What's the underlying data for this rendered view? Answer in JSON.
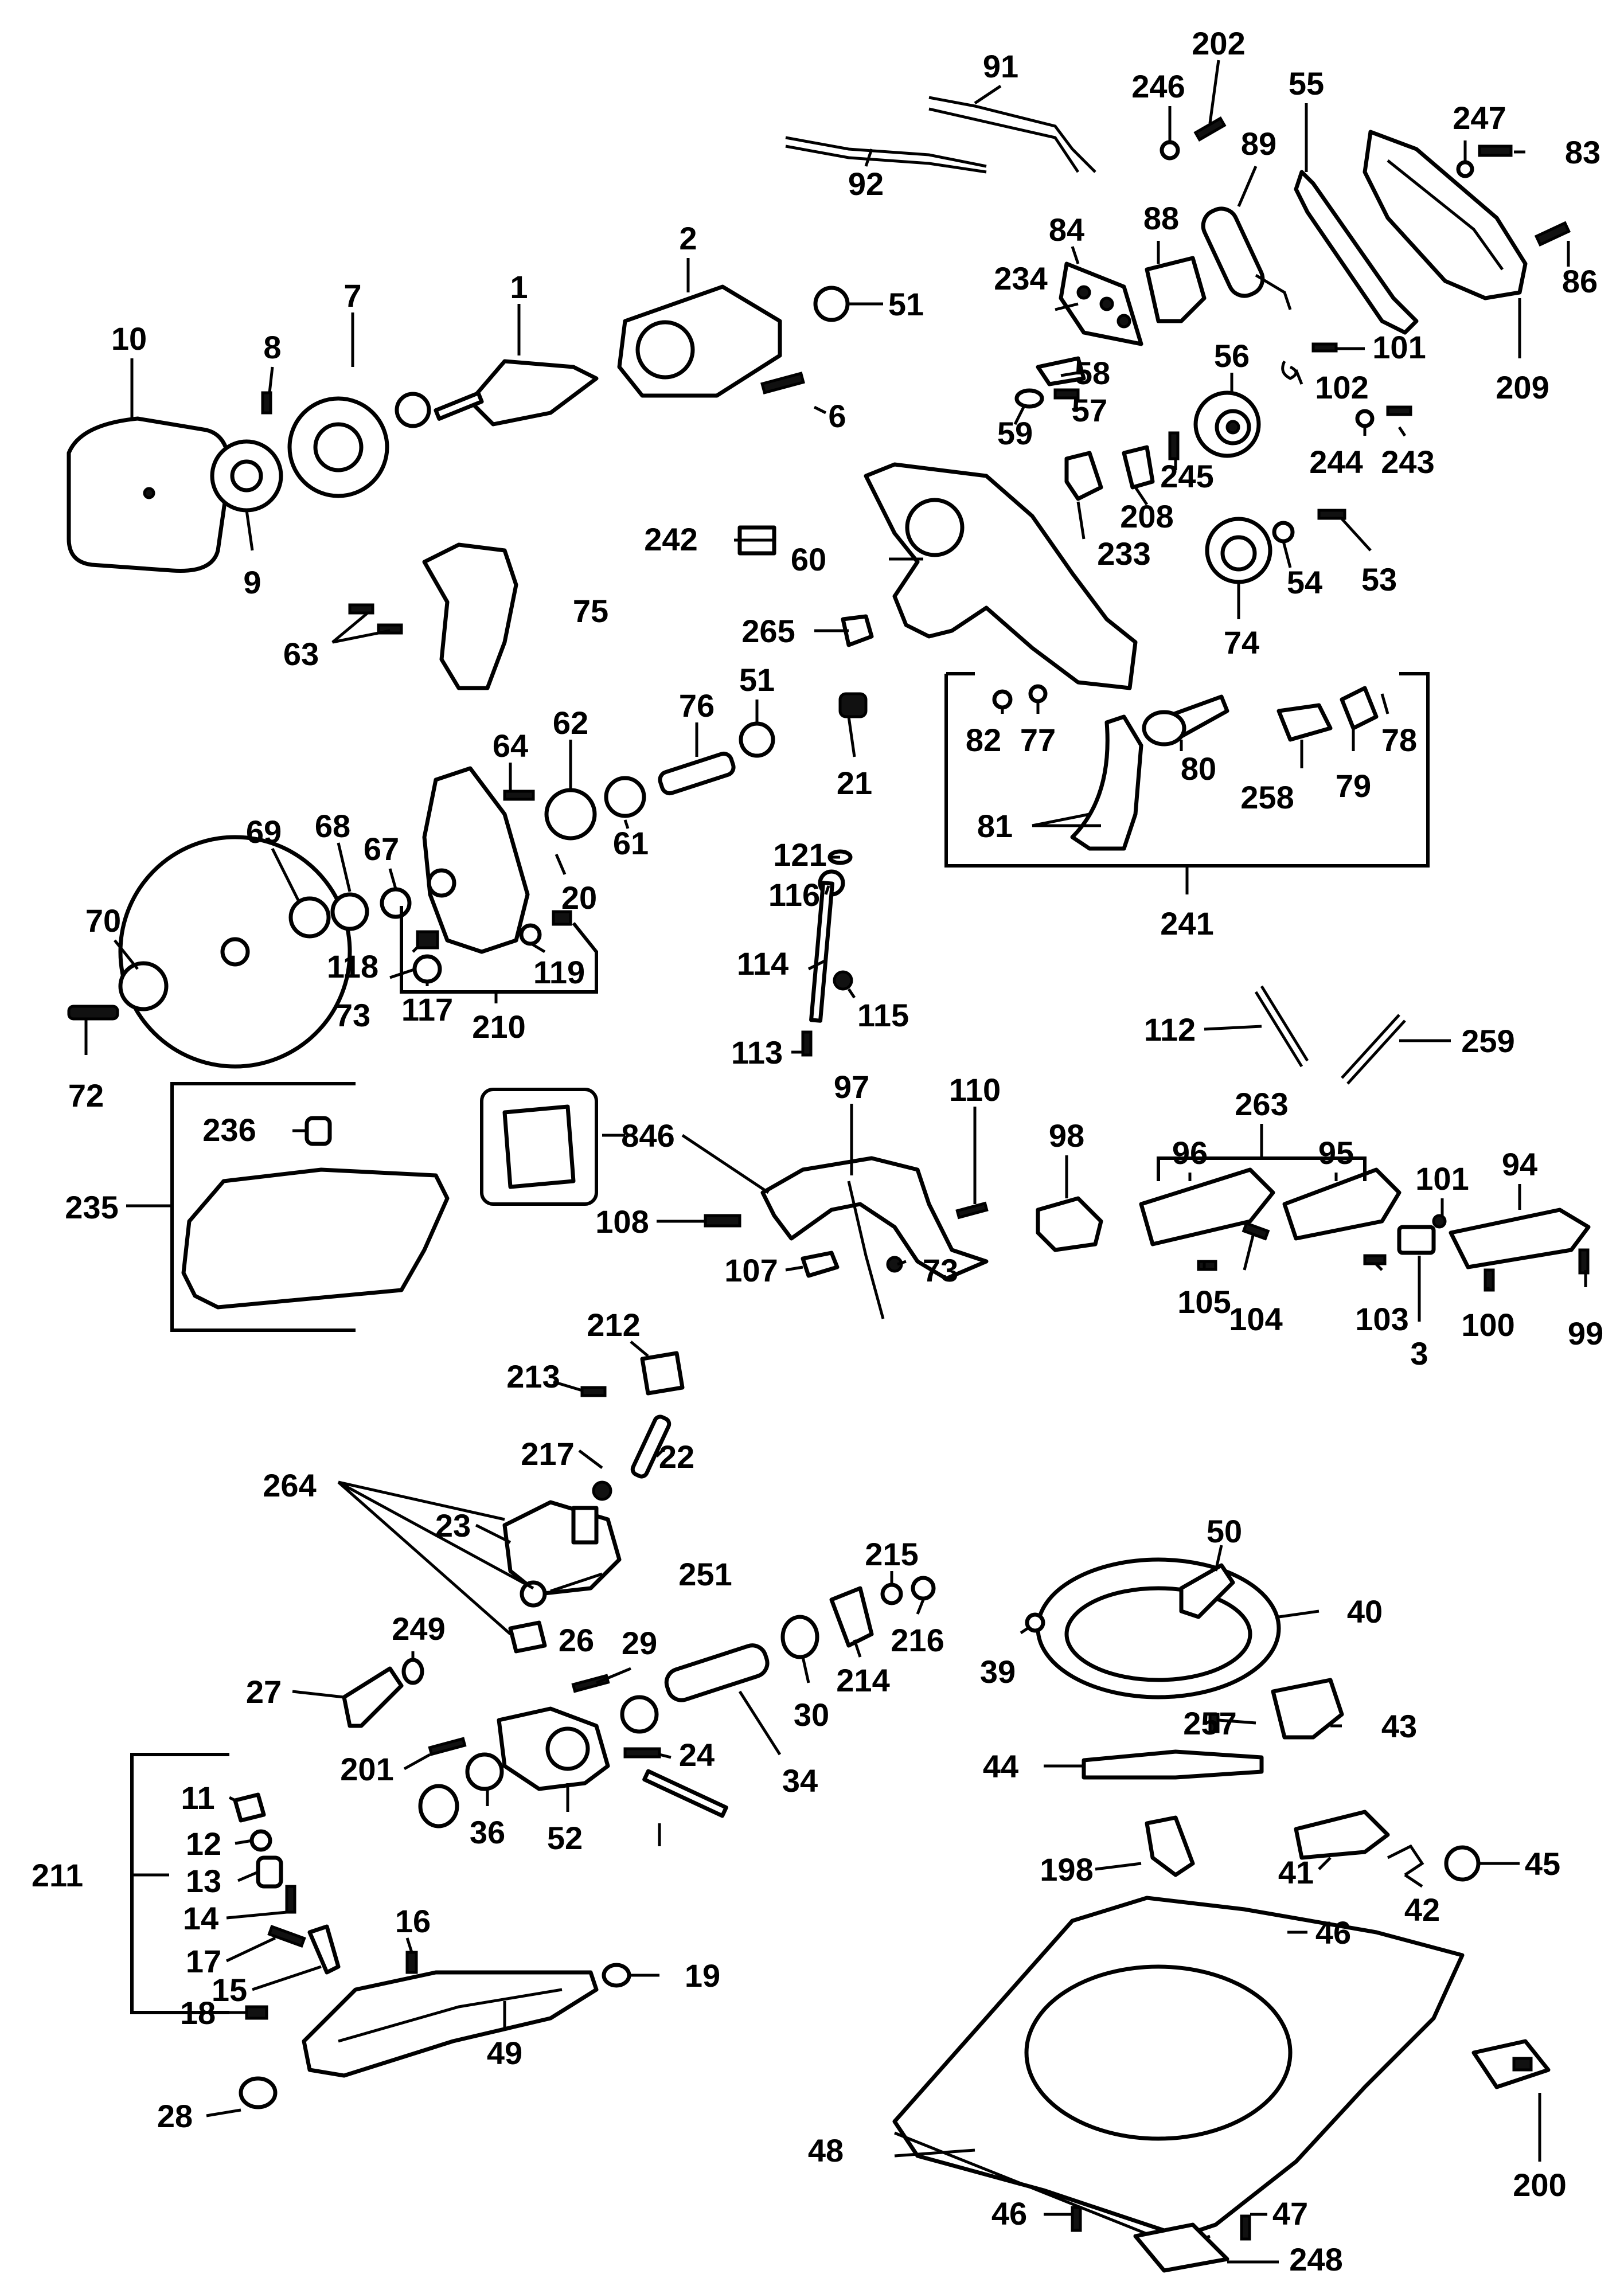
{
  "labels": [
    "91",
    "202",
    "55",
    "246",
    "89",
    "247",
    "83",
    "92",
    "84",
    "88",
    "86",
    "234",
    "209",
    "2",
    "51",
    "101",
    "102",
    "10",
    "7",
    "8",
    "1",
    "58",
    "56",
    "6",
    "57",
    "59",
    "244",
    "243",
    "245",
    "208",
    "233",
    "53",
    "242",
    "60",
    "9",
    "54",
    "74",
    "75",
    "63",
    "265",
    "51",
    "21",
    "82",
    "77",
    "78",
    "76",
    "80",
    "64",
    "62",
    "79",
    "258",
    "241",
    "81",
    "68",
    "61",
    "20",
    "69",
    "67",
    "121",
    "116",
    "70",
    "118",
    "119",
    "73",
    "117",
    "210",
    "114",
    "115",
    "72",
    "113",
    "112",
    "259",
    "236",
    "846",
    "97",
    "110",
    "263",
    "98",
    "96",
    "95",
    "101",
    "94",
    "235",
    "108",
    "107",
    "73",
    "105",
    "104",
    "103",
    "3",
    "100",
    "99",
    "212",
    "213",
    "217",
    "22",
    "264",
    "23",
    "50",
    "215",
    "40",
    "251",
    "216",
    "249",
    "26",
    "29",
    "39",
    "214",
    "27",
    "30",
    "257",
    "43",
    "201",
    "24",
    "34",
    "44",
    "36",
    "52",
    "11",
    "12",
    "13",
    "211",
    "14",
    "198",
    "41",
    "45",
    "16",
    "42",
    "17",
    "15",
    "46",
    "19",
    "18",
    "49",
    "48",
    "200",
    "28",
    "46",
    "47",
    "248"
  ]
}
